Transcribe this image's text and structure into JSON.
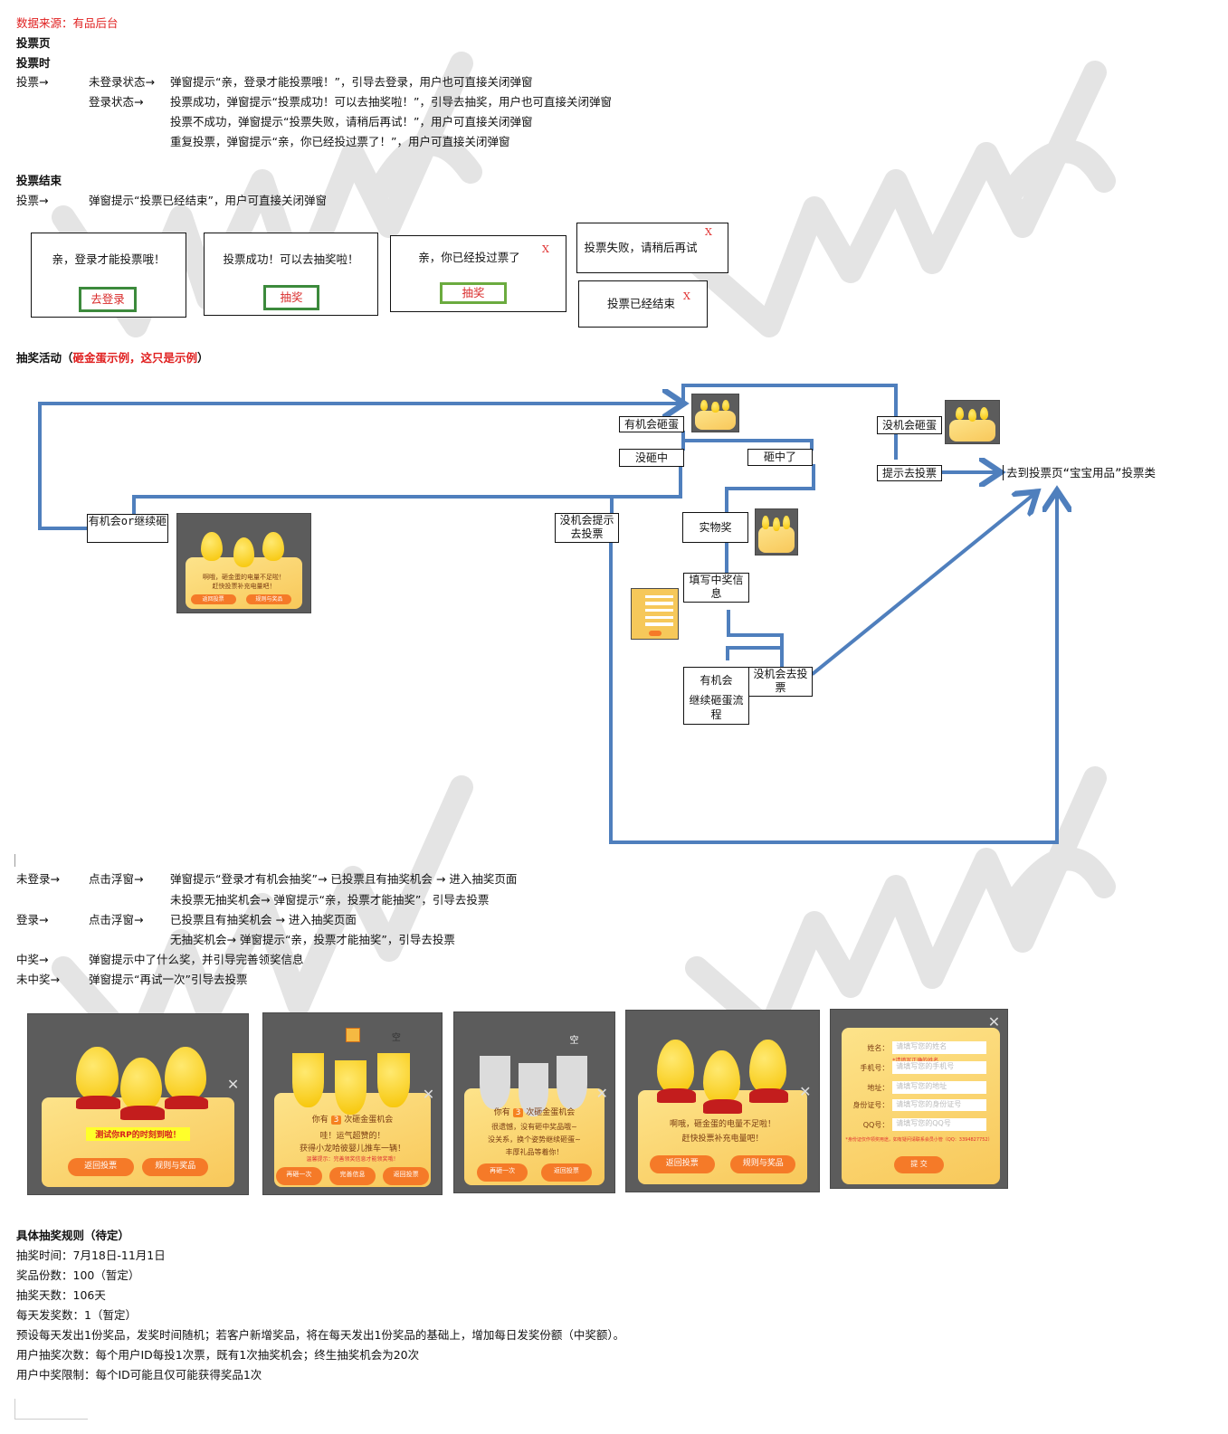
{
  "header": {
    "data_source": "数据来源：有品后台",
    "section_vote_page": "投票页",
    "section_voting": "投票时"
  },
  "voting_rules": [
    {
      "col1": "投票→",
      "col2": "未登录状态→",
      "col3": "弹窗提示“亲，登录才能投票哦！”，引导去登录，用户也可直接关闭弹窗"
    },
    {
      "col1": "",
      "col2": "登录状态→",
      "col3": "投票成功，弹窗提示“投票成功！可以去抽奖啦！”，引导去抽奖，用户也可直接关闭弹窗"
    },
    {
      "col1": "",
      "col2": "",
      "col3": "投票不成功，弹窗提示“投票失败，请稍后再试！”，用户可直接关闭弹窗"
    },
    {
      "col1": "",
      "col2": "",
      "col3": "重复投票，弹窗提示“亲，你已经投过票了！”，用户可直接关闭弹窗"
    }
  ],
  "vote_end": {
    "title": "投票结束",
    "col1": "投票→",
    "col2": "弹窗提示“投票已经结束”，用户可直接关闭弹窗"
  },
  "popups": [
    {
      "message": "亲，登录才能投票哦！",
      "button": "去登录"
    },
    {
      "message": "投票成功！可以去抽奖啦！",
      "button": "抽奖"
    },
    {
      "message": "亲，你已经投过票了",
      "button": "抽奖",
      "close": "X"
    },
    {
      "message": "投票失败，请稍后再试",
      "close": "X"
    },
    {
      "message": "投票已经结束",
      "close": "X"
    }
  ],
  "lottery": {
    "title": "抽奖活动（",
    "title_red": "砸金蛋示例，这只是示例",
    "title_end": "）"
  },
  "flow": {
    "nodes": {
      "has_chance_continue": "有机会or继续砸",
      "no_chance_prompt": "没机会提示去投票",
      "has_chance_smash": "有机会砸蛋",
      "missed": "没砸中",
      "hit": "砸中了",
      "no_chance_smash": "没机会砸蛋",
      "prompt_vote": "提示去投票",
      "goto_vote": "去到投票页“宝宝用品”投票类",
      "physical_prize": "实物奖",
      "fill_info": "填写中奖信息",
      "has_chance_line1": "有机会",
      "has_chance_line2": "继续砸蛋流程",
      "no_chance_vote": "没机会去投票"
    },
    "thumb_texts": {
      "low_power_1": "啊哦，砸金蛋的电量不足啦！",
      "low_power_2": "赶快投票补充电量吧！",
      "back_vote": "返回投票",
      "rules_prizes": "规则与奖品"
    }
  },
  "lottery_rules": [
    {
      "col1": "未登录→",
      "col2": "点击浮窗→",
      "col3": "弹窗提示“登录才有机会抽奖”→ 已投票且有抽奖机会 → 进入抽奖页面"
    },
    {
      "col1": "",
      "col2": "",
      "col3": "未投票无抽奖机会→ 弹窗提示“亲，投票才能抽奖”，引导去投票"
    },
    {
      "col1": "登录→",
      "col2": "点击浮窗→",
      "col3": "已投票且有抽奖机会 → 进入抽奖页面"
    },
    {
      "col1": "",
      "col2": "",
      "col3": "无抽奖机会→ 弹窗提示“亲，投票才能抽奖”，引导去投票"
    },
    {
      "col1": "中奖→",
      "col2": "弹窗提示中了什么奖，并引导完善领奖信息",
      "col3": ""
    },
    {
      "col1": "未中奖→",
      "col2": "弹窗提示“再试一次”引导去投票",
      "col3": ""
    }
  ],
  "screens": {
    "s1": {
      "headline": "测试你RP的时刻到啦！",
      "btn1": "返回投票",
      "btn2": "规则与奖品"
    },
    "s2": {
      "chances_pre": "你有",
      "chances_num": "3",
      "chances_post": "次砸金蛋机会",
      "line1": "哇！运气超赞的！",
      "line2": "获得小龙哈彼婴儿推车一辆！",
      "tip": "温馨提示：完善领奖信息才能领奖哦！",
      "btn1": "再砸一次",
      "btn2": "完善信息",
      "btn3": "返回投票",
      "empty_label": "空"
    },
    "s3": {
      "chances_pre": "你有",
      "chances_num": "3",
      "chances_post": "次砸金蛋机会",
      "line1": "很遗憾，没有砸中奖品哦~",
      "line2": "没关系，换个姿势继续砸蛋~",
      "line3": "丰厚礼品等着你！",
      "btn1": "再砸一次",
      "btn2": "返回投票",
      "empty_label": "空"
    },
    "s4": {
      "line1": "啊哦，砸金蛋的电量不足啦！",
      "line2": "赶快投票补充电量吧！",
      "btn1": "返回投票",
      "btn2": "规则与奖品"
    },
    "s5": {
      "fields": [
        {
          "label": "姓名：",
          "placeholder": "请填写您的姓名"
        },
        {
          "label": "手机号：",
          "placeholder": "请填写您的手机号"
        },
        {
          "label": "地址：",
          "placeholder": "请填写您的地址"
        },
        {
          "label": "身份证号：",
          "placeholder": "请填写您的身份证号"
        },
        {
          "label": "QQ号：",
          "placeholder": "请填写您的QQ号"
        }
      ],
      "error": "*请填写正确的姓名",
      "note": "*身份证仅作领奖用途，如有疑问请联系会员小管（QQ：3394827752）",
      "submit": "提 交"
    }
  },
  "rules": {
    "title": "具体抽奖规则（待定）",
    "items": [
      "抽奖时间：7月18日-11月1日",
      "奖品份数：100（暂定）",
      "抽奖天数：106天",
      "每天发奖数：1（暂定）",
      "预设每天发出1份奖品，发奖时间随机；若客户新增奖品，将在每天发出1份奖品的基础上，增加每日发奖份额（中奖额）。",
      "用户抽奖次数：每个用户ID每投1次票，既有1次抽奖机会；终生抽奖机会为20次",
      "用户中奖限制：每个ID可能且仅可能获得奖品1次"
    ]
  },
  "watermark": "WPS",
  "colors": {
    "accent_red": "#e02020",
    "button_green": "#3c8a3c",
    "flow_blue": "#4f7fbd",
    "watermark_gray": "#e6e6e6"
  }
}
